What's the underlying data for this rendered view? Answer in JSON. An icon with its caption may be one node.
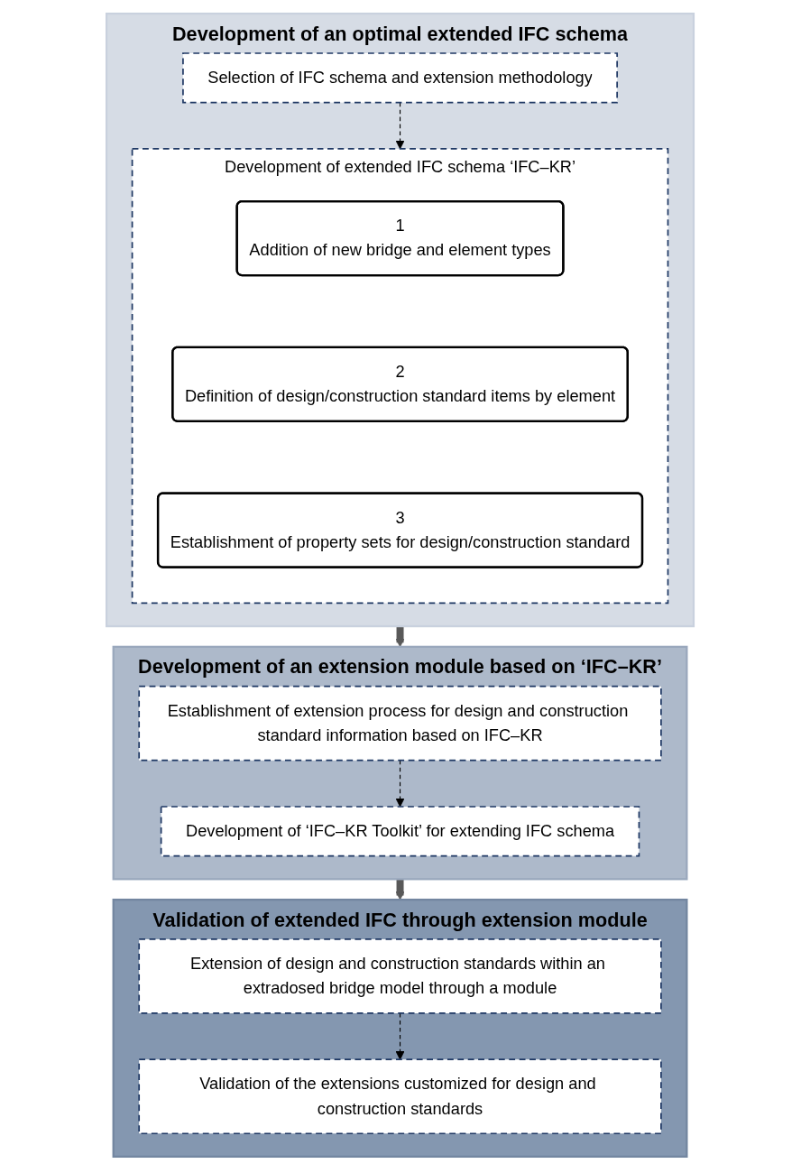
{
  "diagram": {
    "nodes": [
      {
        "text": [
          "Development of an optimal extended IFC schema"
        ]
      },
      {
        "text": [
          "Selection of IFC schema and extension methodology"
        ],
        "in": 0
      },
      {
        "text": [
          "Development of extended IFC schema ‘IFC–KR’"
        ],
        "in": 0
      },
      {
        "text": [
          "1",
          "Addition of new bridge and element types"
        ],
        "in": 2
      },
      {
        "text": [
          "2",
          "Definition of design/construction standard items by element"
        ],
        "in": 2
      },
      {
        "text": [
          "3",
          "Establishment of property sets for design/construction standard"
        ],
        "in": 2
      },
      {
        "text": [
          "Development of an extension module based on ‘IFC–KR’"
        ]
      },
      {
        "text": [
          "Establishment of extension process for design and construction standard information based on IFC–KR"
        ],
        "in": 6
      },
      {
        "text": [
          "Development of ‘IFC–KR Toolkit’ for extending IFC schema"
        ],
        "in": 6
      },
      {
        "text": [
          "Validation of extended IFC through extension module"
        ]
      },
      {
        "text": [
          "Extension of design and construction standards within an extradosed bridge model through a module"
        ],
        "in": 9
      },
      {
        "text": [
          "Validation of the extensions customized for design and construction standards"
        ],
        "in": 9
      }
    ],
    "edges": [
      {
        "from": 1,
        "to": 2,
        "arrow": "to",
        "style": "dashed"
      },
      {
        "from": 0,
        "to": 6,
        "arrow": "to",
        "style": "thick",
        "color": "#595959"
      },
      {
        "from": 7,
        "to": 8,
        "arrow": "to",
        "style": "dashed"
      },
      {
        "from": 6,
        "to": 9,
        "arrow": "to",
        "style": "thick",
        "color": "#595959"
      },
      {
        "from": 10,
        "to": 11,
        "arrow": "to",
        "style": "dashed"
      }
    ]
  }
}
